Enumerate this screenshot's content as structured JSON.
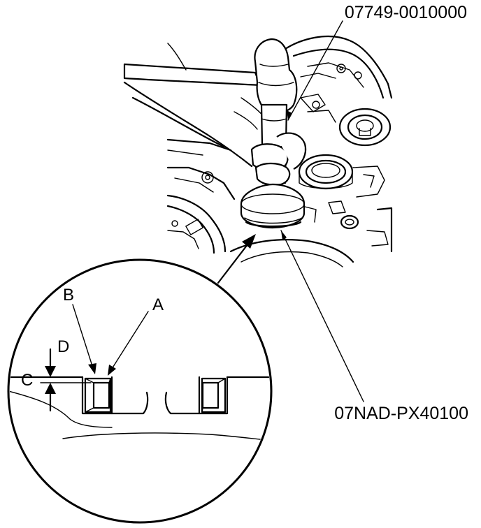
{
  "labels": {
    "tool_top": "07749-0010000",
    "tool_bottom": "07NAD-PX40100",
    "a": "A",
    "b": "B",
    "c": "C",
    "d": "D"
  },
  "colors": {
    "line": "#000000",
    "background": "#ffffff"
  }
}
